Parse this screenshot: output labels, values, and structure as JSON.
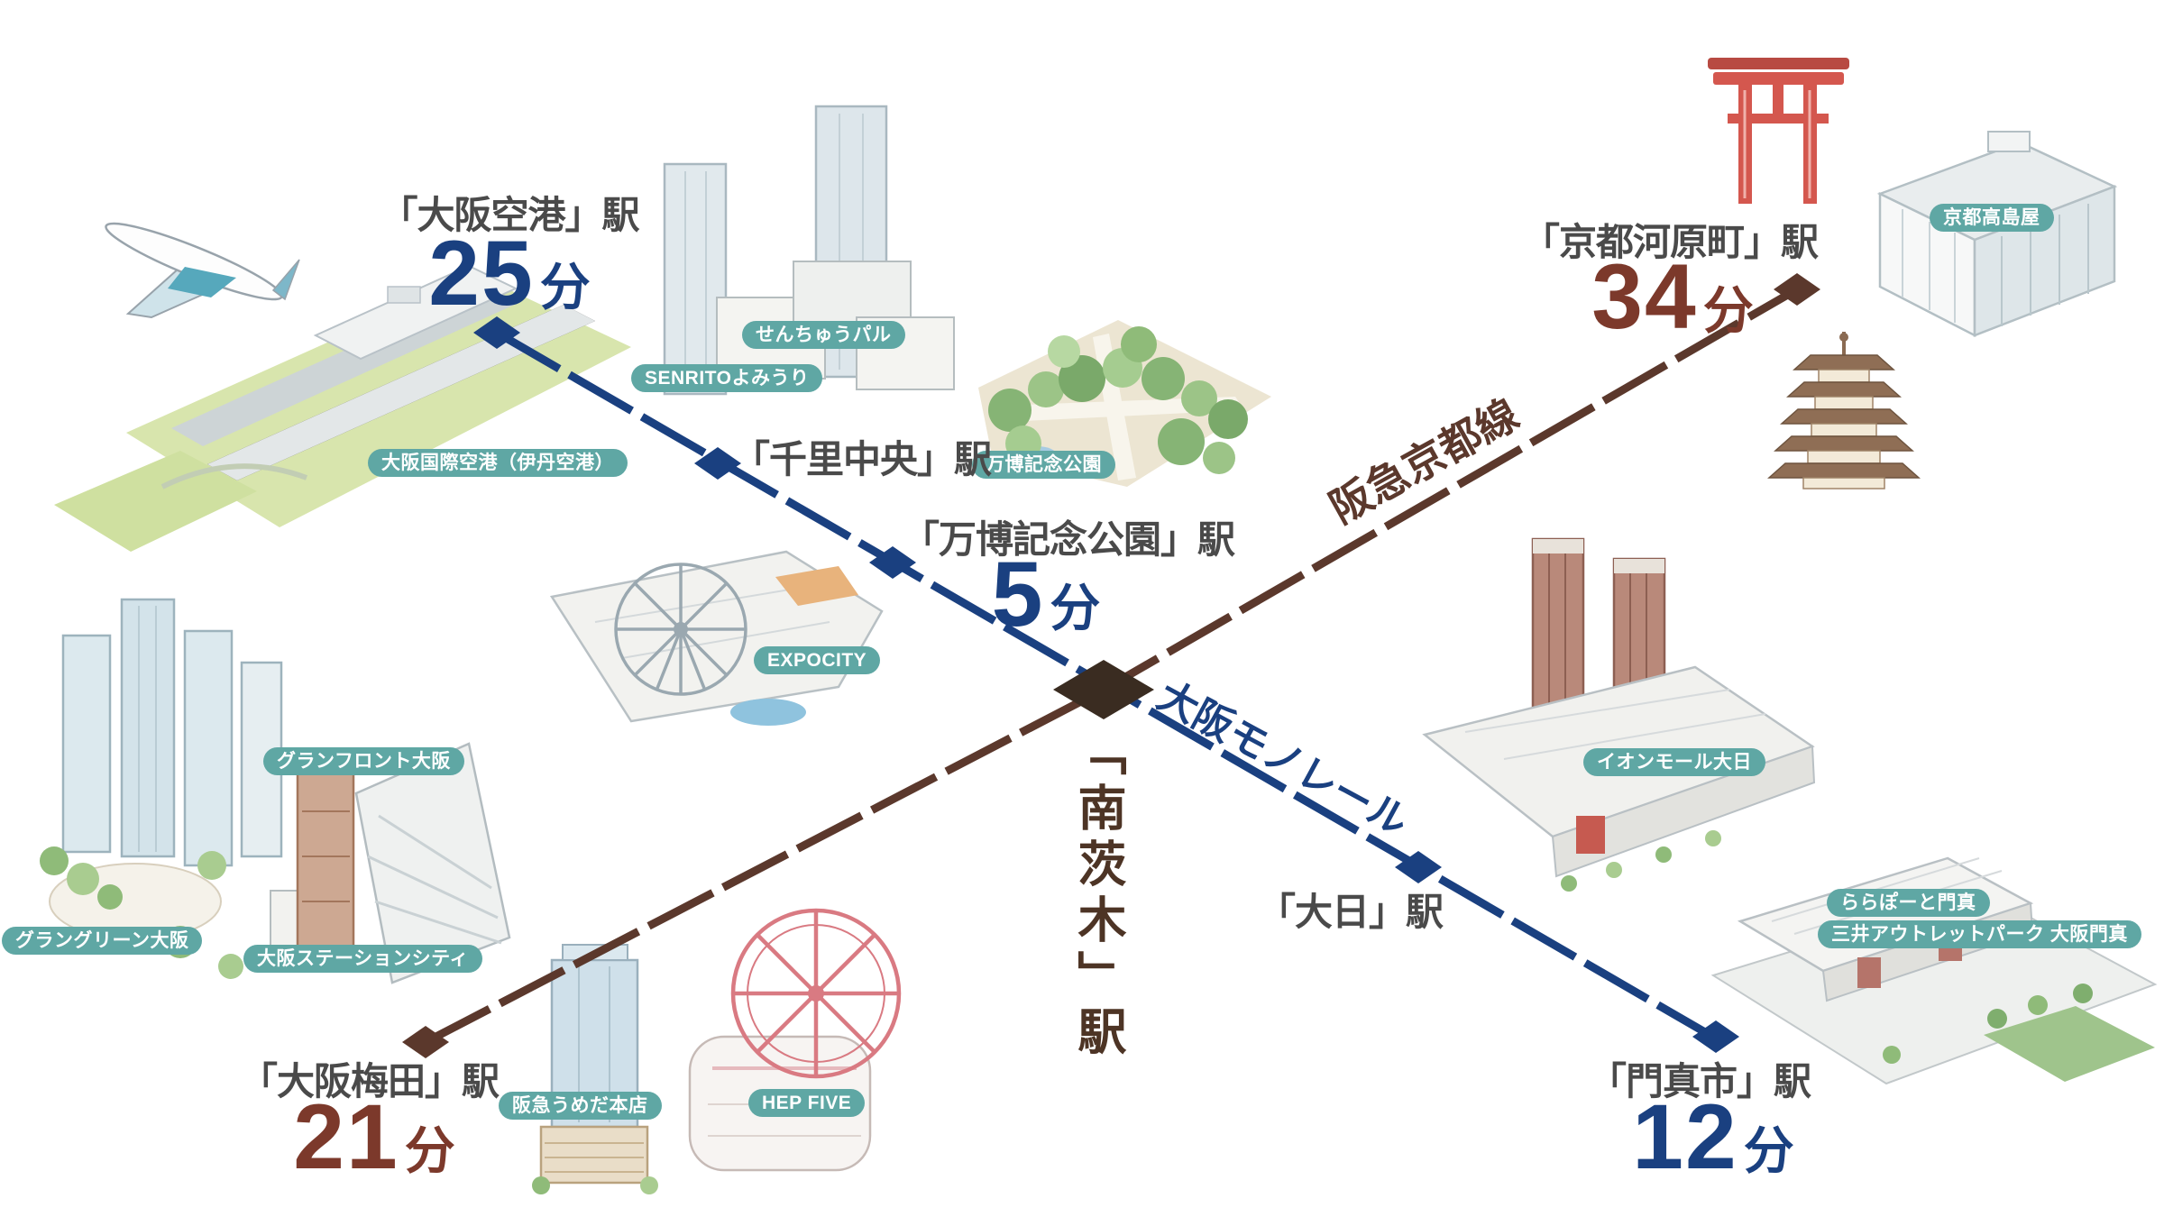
{
  "title": "南茨木駅 交通アクセス図",
  "colors": {
    "monorail_blue": "#1a4080",
    "hankyu_brown": "#5b382c",
    "time_maroon": "#7c392b",
    "station_gray": "#4a4a4a",
    "center_diamond": "#3a2c21",
    "center_text": "#4d3425",
    "pill_teal": "#5fa7a4",
    "background": "#ffffff"
  },
  "center_station": {
    "name": "「南茨木」駅"
  },
  "lines": [
    {
      "id": "osaka-monorail",
      "name": "大阪モノレール",
      "color": "#1a4080"
    },
    {
      "id": "hankyu-kyoto-line",
      "name": "阪急京都線",
      "color": "#5b382c"
    }
  ],
  "stations": [
    {
      "id": "osaka-airport",
      "name": "「大阪空港」駅",
      "time_value": "25",
      "time_unit": "分",
      "line": "osaka-monorail"
    },
    {
      "id": "senri-chuo",
      "name": "「千里中央」駅",
      "line": "osaka-monorail"
    },
    {
      "id": "bampaku-kinen-koen",
      "name": "「万博記念公園」駅",
      "time_value": "5",
      "time_unit": "分",
      "line": "osaka-monorail"
    },
    {
      "id": "dainichi",
      "name": "「大日」駅",
      "line": "osaka-monorail"
    },
    {
      "id": "kadoma-shi",
      "name": "「門真市」駅",
      "time_value": "12",
      "time_unit": "分",
      "line": "osaka-monorail"
    },
    {
      "id": "kyoto-kawaramachi",
      "name": "「京都河原町」駅",
      "time_value": "34",
      "time_unit": "分",
      "line": "hankyu-kyoto-line"
    },
    {
      "id": "osaka-umeda",
      "name": "「大阪梅田」駅",
      "time_value": "21",
      "time_unit": "分",
      "line": "hankyu-kyoto-line"
    }
  ],
  "landmarks": [
    {
      "id": "itami-airport",
      "label": "大阪国際空港（伊丹空港）"
    },
    {
      "id": "senchu-pal",
      "label": "せんちゅうパル"
    },
    {
      "id": "senrito-yomiuri",
      "label": "SENRITOよみうり"
    },
    {
      "id": "bampaku-park",
      "label": "万博記念公園"
    },
    {
      "id": "expocity",
      "label": "EXPOCITY"
    },
    {
      "id": "grand-front-osaka",
      "label": "グランフロント大阪"
    },
    {
      "id": "grand-green-osaka",
      "label": "グラングリーン大阪"
    },
    {
      "id": "osaka-station-city",
      "label": "大阪ステーションシティ"
    },
    {
      "id": "hankyu-umeda-honten",
      "label": "阪急うめだ本店"
    },
    {
      "id": "hep-five",
      "label": "HEP FIVE"
    },
    {
      "id": "aeon-mall-dainichi",
      "label": "イオンモール大日"
    },
    {
      "id": "lalaport-kadoma",
      "label": "ららぽーと門真"
    },
    {
      "id": "mitsui-outlet-park",
      "label": "三井アウトレットパーク 大阪門真"
    },
    {
      "id": "kyoto-takashimaya",
      "label": "京都高島屋"
    }
  ]
}
